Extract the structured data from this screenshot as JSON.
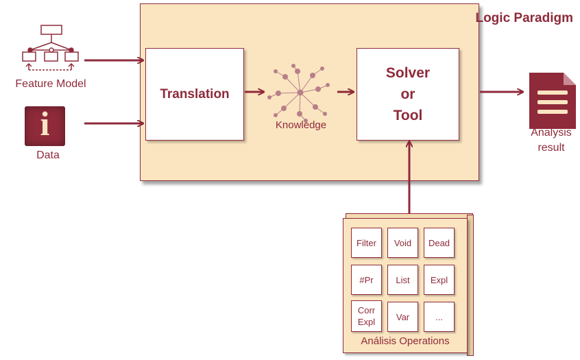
{
  "paradigm": {
    "title": "Logic Paradigm"
  },
  "translation": {
    "label": "Translation"
  },
  "solver": {
    "line1": "Solver",
    "line2": "or",
    "line3": "Tool"
  },
  "knowledge": {
    "label": "Knowledge"
  },
  "inputs": {
    "feature_model": "Feature Model",
    "data": "Data",
    "data_icon_glyph": "i"
  },
  "output": {
    "line1": "Analysis",
    "line2": "result"
  },
  "operations": {
    "title": "Análisis Operations",
    "rows": [
      [
        {
          "line1": "Filter"
        },
        {
          "line1": "Void"
        },
        {
          "line1": "Dead"
        }
      ],
      [
        {
          "line1": "#Pr"
        },
        {
          "line1": "List"
        },
        {
          "line1": "Expl"
        }
      ],
      [
        {
          "line1": "Corr",
          "line2": "Expl"
        },
        {
          "line1": "Var"
        },
        {
          "line1": "..."
        }
      ]
    ]
  },
  "colors": {
    "accent": "#8e2a3a",
    "panel": "#fbe5c1",
    "node": "#b77f88"
  },
  "icons": [
    "feature-model-icon",
    "data-info-icon",
    "knowledge-graph-icon",
    "document-icon"
  ]
}
